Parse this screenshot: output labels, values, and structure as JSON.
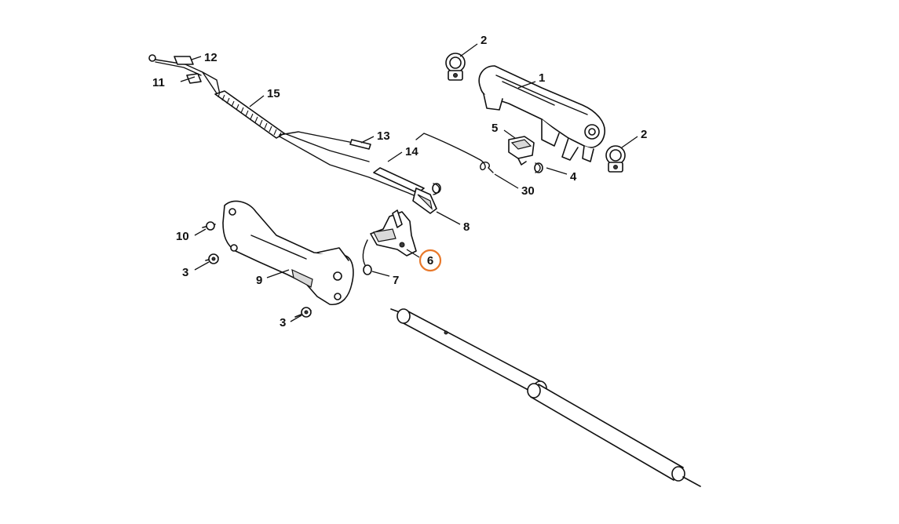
{
  "diagram": {
    "highlight_color": "#e8782a",
    "highlighted_callout": "6",
    "callouts": [
      {
        "id": "c1",
        "label": "1"
      },
      {
        "id": "c2a",
        "label": "2"
      },
      {
        "id": "c2b",
        "label": "2"
      },
      {
        "id": "c3a",
        "label": "3"
      },
      {
        "id": "c3b",
        "label": "3"
      },
      {
        "id": "c4",
        "label": "4"
      },
      {
        "id": "c5",
        "label": "5"
      },
      {
        "id": "c6",
        "label": "6"
      },
      {
        "id": "c7",
        "label": "7"
      },
      {
        "id": "c8",
        "label": "8"
      },
      {
        "id": "c9",
        "label": "9"
      },
      {
        "id": "c10",
        "label": "10"
      },
      {
        "id": "c11",
        "label": "11"
      },
      {
        "id": "c12",
        "label": "12"
      },
      {
        "id": "c13",
        "label": "13"
      },
      {
        "id": "c14",
        "label": "14"
      },
      {
        "id": "c15",
        "label": "15"
      },
      {
        "id": "c30",
        "label": "30"
      }
    ]
  }
}
